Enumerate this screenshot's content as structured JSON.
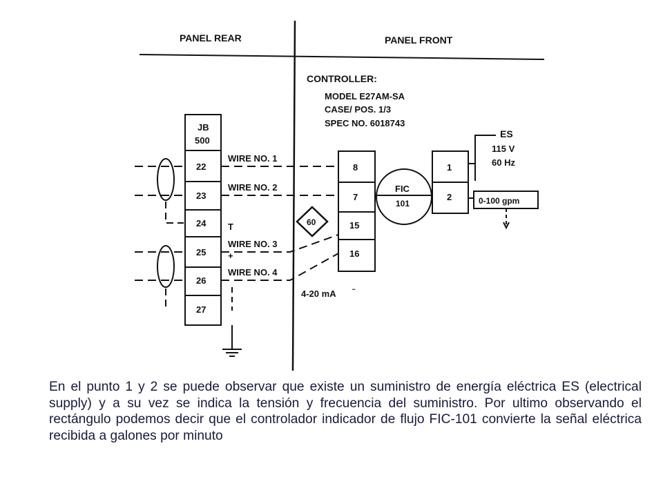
{
  "diagram": {
    "header": {
      "panel_rear": "PANEL REAR",
      "panel_front": "PANEL FRONT"
    },
    "controller": {
      "title": "CONTROLLER:",
      "lines": [
        "MODEL E27AM-SA",
        "CASE/ POS. 1/3",
        "SPEC NO. 6018743"
      ]
    },
    "junction_box": {
      "title_lines": [
        "JB",
        "500"
      ],
      "terminals": [
        "22",
        "23",
        "24",
        "25",
        "26",
        "27"
      ]
    },
    "wires": [
      "WIRE NO. 1",
      "WIRE NO. 2",
      "WIRE NO. 3",
      "WIRE NO. 4"
    ],
    "wire_marks": [
      "T",
      "+"
    ],
    "controller_terminals": [
      "8",
      "7",
      "15",
      "16"
    ],
    "instrument": {
      "tag_line1": "FIC",
      "tag_line2": "101"
    },
    "diamond_tag": "60",
    "power_terminals": [
      "1",
      "2"
    ],
    "supply": {
      "label": "ES",
      "voltage": "115 V",
      "frequency": "60 Hz"
    },
    "output_range": "0-100 gpm",
    "signal": "4-20 mA"
  },
  "caption": "En el punto 1 y 2 se puede observar que existe un suministro de energía eléctrica ES (electrical supply) y a su vez se indica la tensión y frecuencia del suministro. Por ultimo observando el rectángulo podemos decir que el controlador indicador de flujo FIC-101 convierte la señal eléctrica recibida a galones por minuto"
}
